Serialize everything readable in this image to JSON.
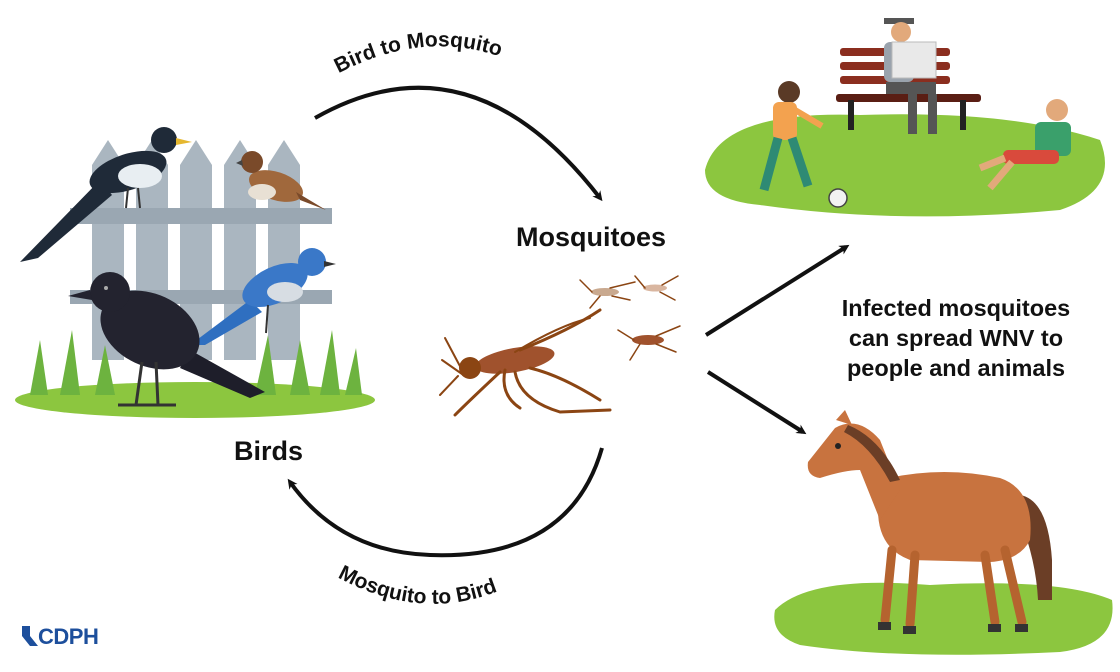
{
  "arc_top_label": "Bird to Mosquito",
  "arc_bottom_label": "Mosquito to Bird",
  "mosquitoes_label": "Mosquitoes",
  "birds_label": "Birds",
  "infected_line1": "Infected mosquitoes",
  "infected_line2": "can spread WNV to",
  "infected_line3": "people and animals",
  "logo_text": "CDPH",
  "colors": {
    "grass": "#8cc63f",
    "fence": "#aab6c0",
    "mosquito": "#a0522d",
    "horse": "#c8733f",
    "logo": "#1d4f9c"
  }
}
